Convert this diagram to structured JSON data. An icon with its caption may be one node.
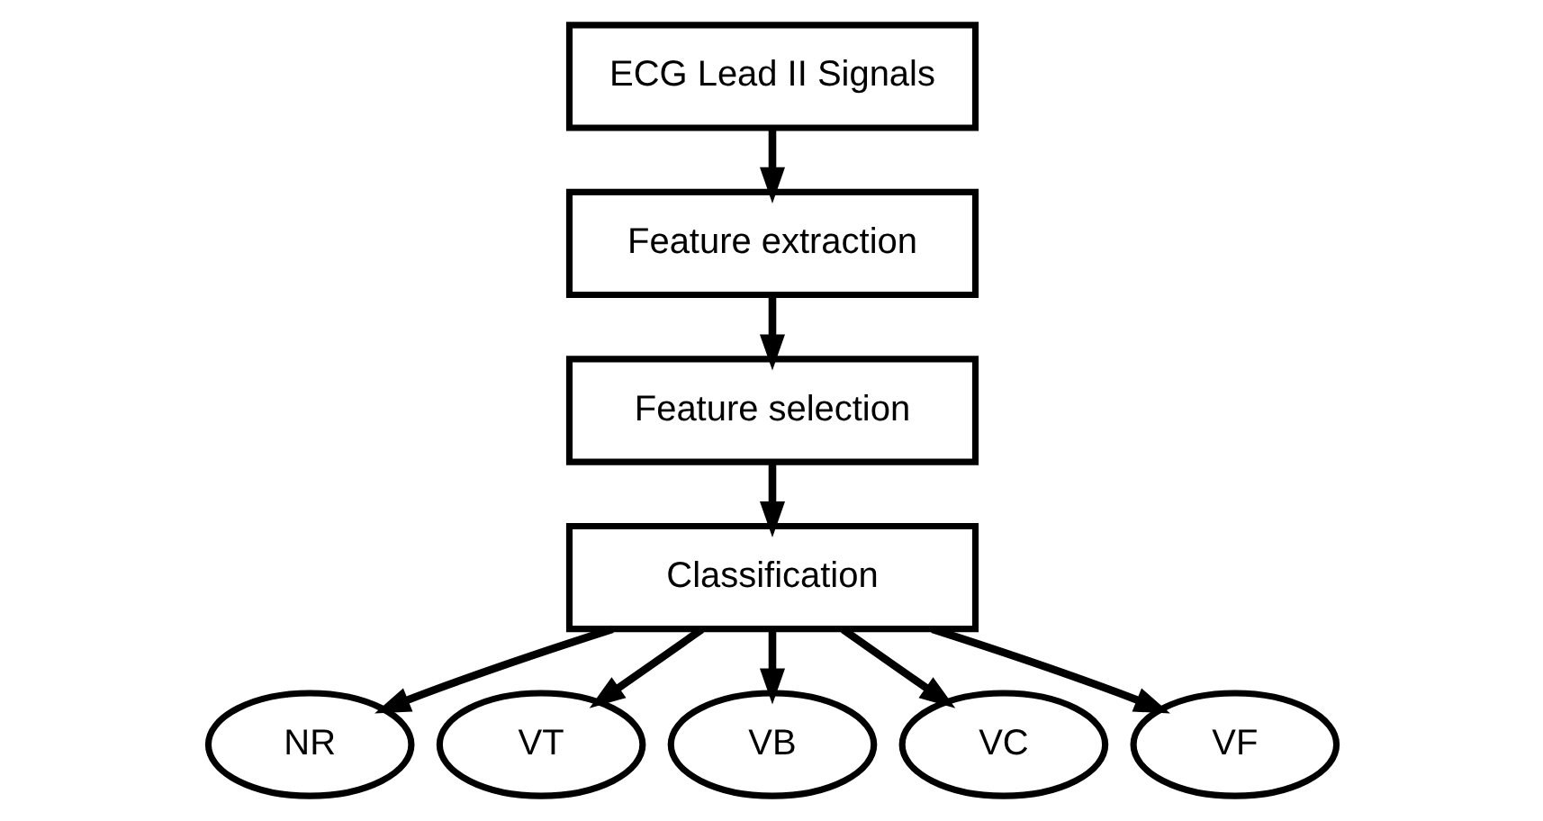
{
  "diagram": {
    "nodes": [
      {
        "text": [
          "ECG Lead II Signals"
        ]
      },
      {
        "text": [
          "Feature extraction"
        ]
      },
      {
        "text": [
          "Feature selection"
        ]
      },
      {
        "text": [
          "Classification"
        ]
      },
      {
        "text": [
          "NR"
        ]
      },
      {
        "text": [
          "VT"
        ]
      },
      {
        "text": [
          "VB"
        ]
      },
      {
        "text": [
          "VC"
        ]
      },
      {
        "text": [
          "VF"
        ]
      }
    ],
    "edges": [
      {
        "from": 0,
        "to": 1,
        "arrow": "to"
      },
      {
        "from": 1,
        "to": 2,
        "arrow": "to"
      },
      {
        "from": 2,
        "to": 3,
        "arrow": "to"
      },
      {
        "from": 3,
        "to": 4,
        "arrow": "to"
      },
      {
        "from": 3,
        "to": 5,
        "arrow": "to"
      },
      {
        "from": 3,
        "to": 6,
        "arrow": "to"
      },
      {
        "from": 3,
        "to": 7,
        "arrow": "to"
      },
      {
        "from": 3,
        "to": 8,
        "arrow": "to"
      }
    ]
  }
}
